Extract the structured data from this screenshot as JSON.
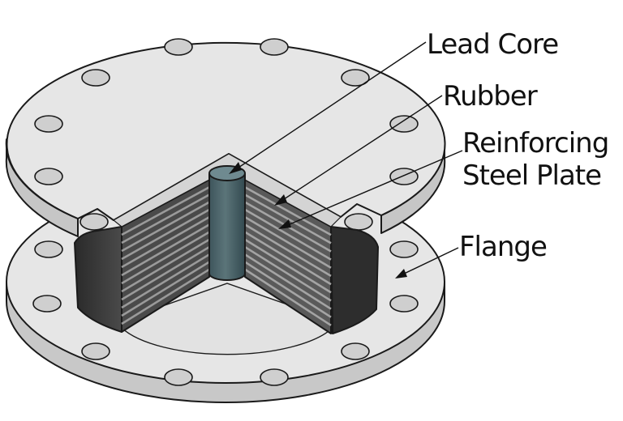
{
  "diagram": {
    "labels": {
      "lead_core": "Lead Core",
      "rubber": "Rubber",
      "steel_plate_line1": "Reinforcing",
      "steel_plate_line2": "Steel Plate",
      "flange": "Flange"
    }
  }
}
